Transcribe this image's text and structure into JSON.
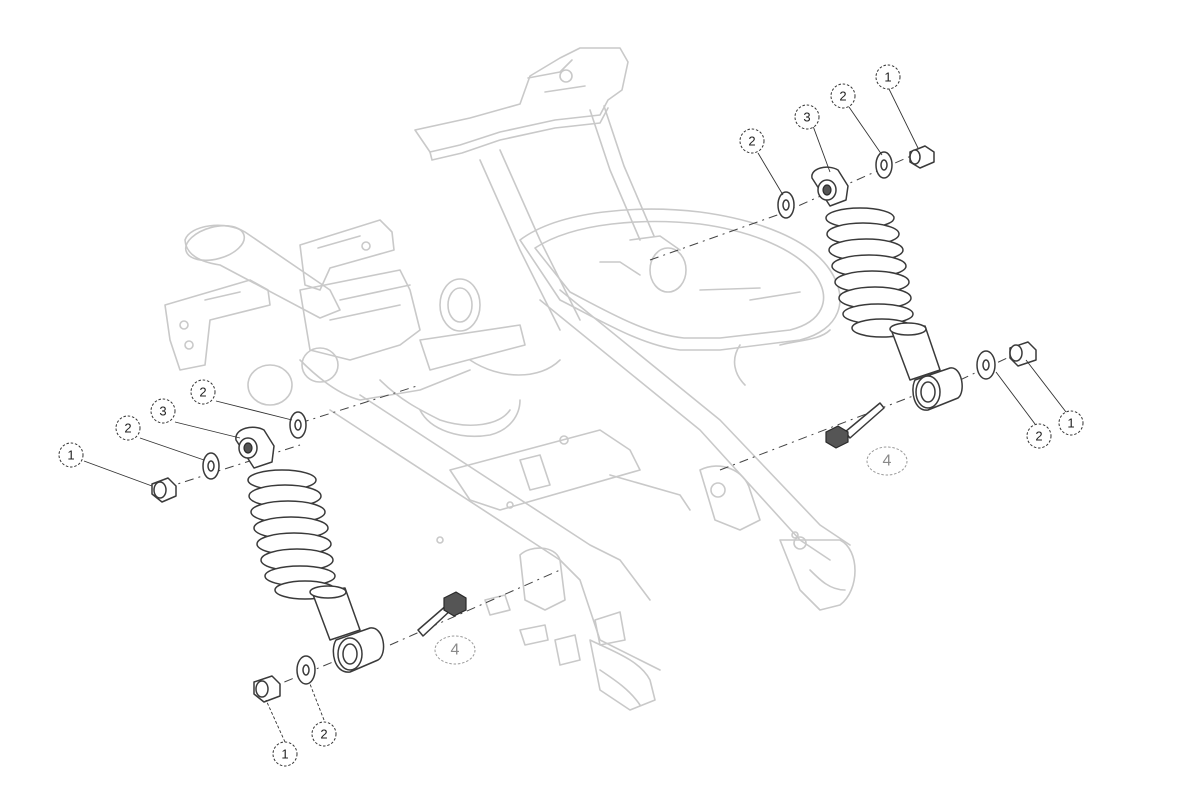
{
  "callouts": {
    "right_1_top": "1",
    "right_2_top": "2",
    "right_3": "3",
    "right_2_mid": "2",
    "right_2_bottom": "2",
    "right_1_bottom": "1",
    "right_4": "4",
    "left_2_upper": "2",
    "left_3": "3",
    "left_2_mid": "2",
    "left_1_mid": "1",
    "left_4": "4",
    "left_1_bottom": "1",
    "left_2_bottom": "2"
  }
}
